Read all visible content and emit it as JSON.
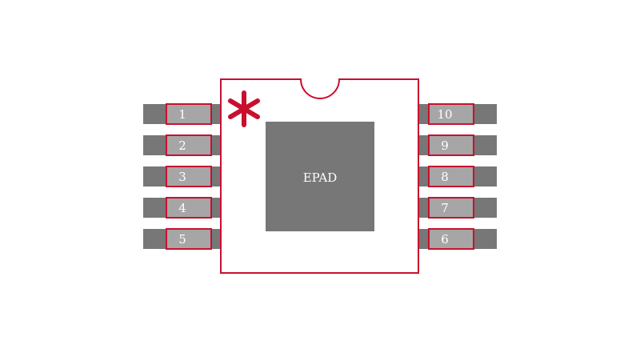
{
  "colors": {
    "outline": "#c8102e",
    "lead": "#777777",
    "pad_fill": "#a6a6a6",
    "epad_fill": "#777777",
    "label": "#ffffff",
    "background": "#ffffff"
  },
  "pin1_marker": {
    "icon": "asterisk-icon"
  },
  "epad": {
    "label": "EPAD"
  },
  "pins_left": [
    {
      "label": "1"
    },
    {
      "label": "2"
    },
    {
      "label": "3"
    },
    {
      "label": "4"
    },
    {
      "label": "5"
    }
  ],
  "pins_right": [
    {
      "label": "10"
    },
    {
      "label": "9"
    },
    {
      "label": "8"
    },
    {
      "label": "7"
    },
    {
      "label": "6"
    }
  ]
}
